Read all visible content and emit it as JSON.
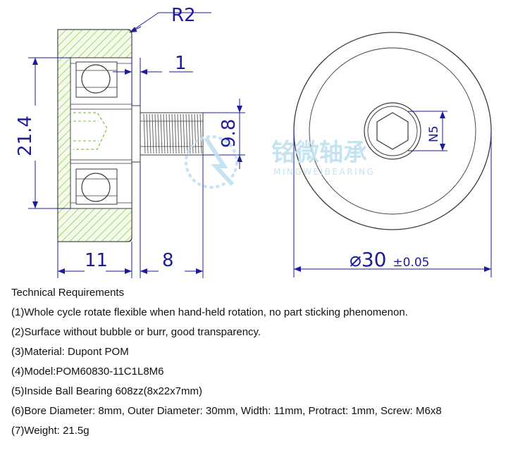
{
  "drawing": {
    "dimensions": {
      "radius": "R2",
      "protrusion": "1",
      "height": "21.4",
      "thread_diameter": "9.8",
      "width": "11",
      "screw_length": "8",
      "outer_diameter": "⌀30",
      "outer_diameter_tolerance": "±0.05",
      "hex_size": "N5"
    },
    "watermark": {
      "chinese": "铭微轴承",
      "english": "MINGWEIBEARING"
    },
    "colors": {
      "dimension_blue": "#1c1c9c",
      "hatch_green": "#7bc043",
      "outline": "#3a3a3a",
      "watermark": "#bfe0f0"
    }
  },
  "requirements": {
    "title": "Technical Requirements",
    "items": [
      "(1)Whole cycle rotate flexible when hand-held rotation, no part sticking phenomenon.",
      "(2)Surface without bubble or burr, good transparency.",
      "(3)Material: Dupont POM",
      "(4)Model:POM60830-11C1L8M6",
      "(5)Inside Ball Bearing 608zz(8x22x7mm)",
      "(6)Bore Diameter: 8mm, Outer Diameter: 30mm, Width: 11mm, Protract: 1mm, Screw: M6x8",
      "(7)Weight: 21.5g"
    ]
  }
}
